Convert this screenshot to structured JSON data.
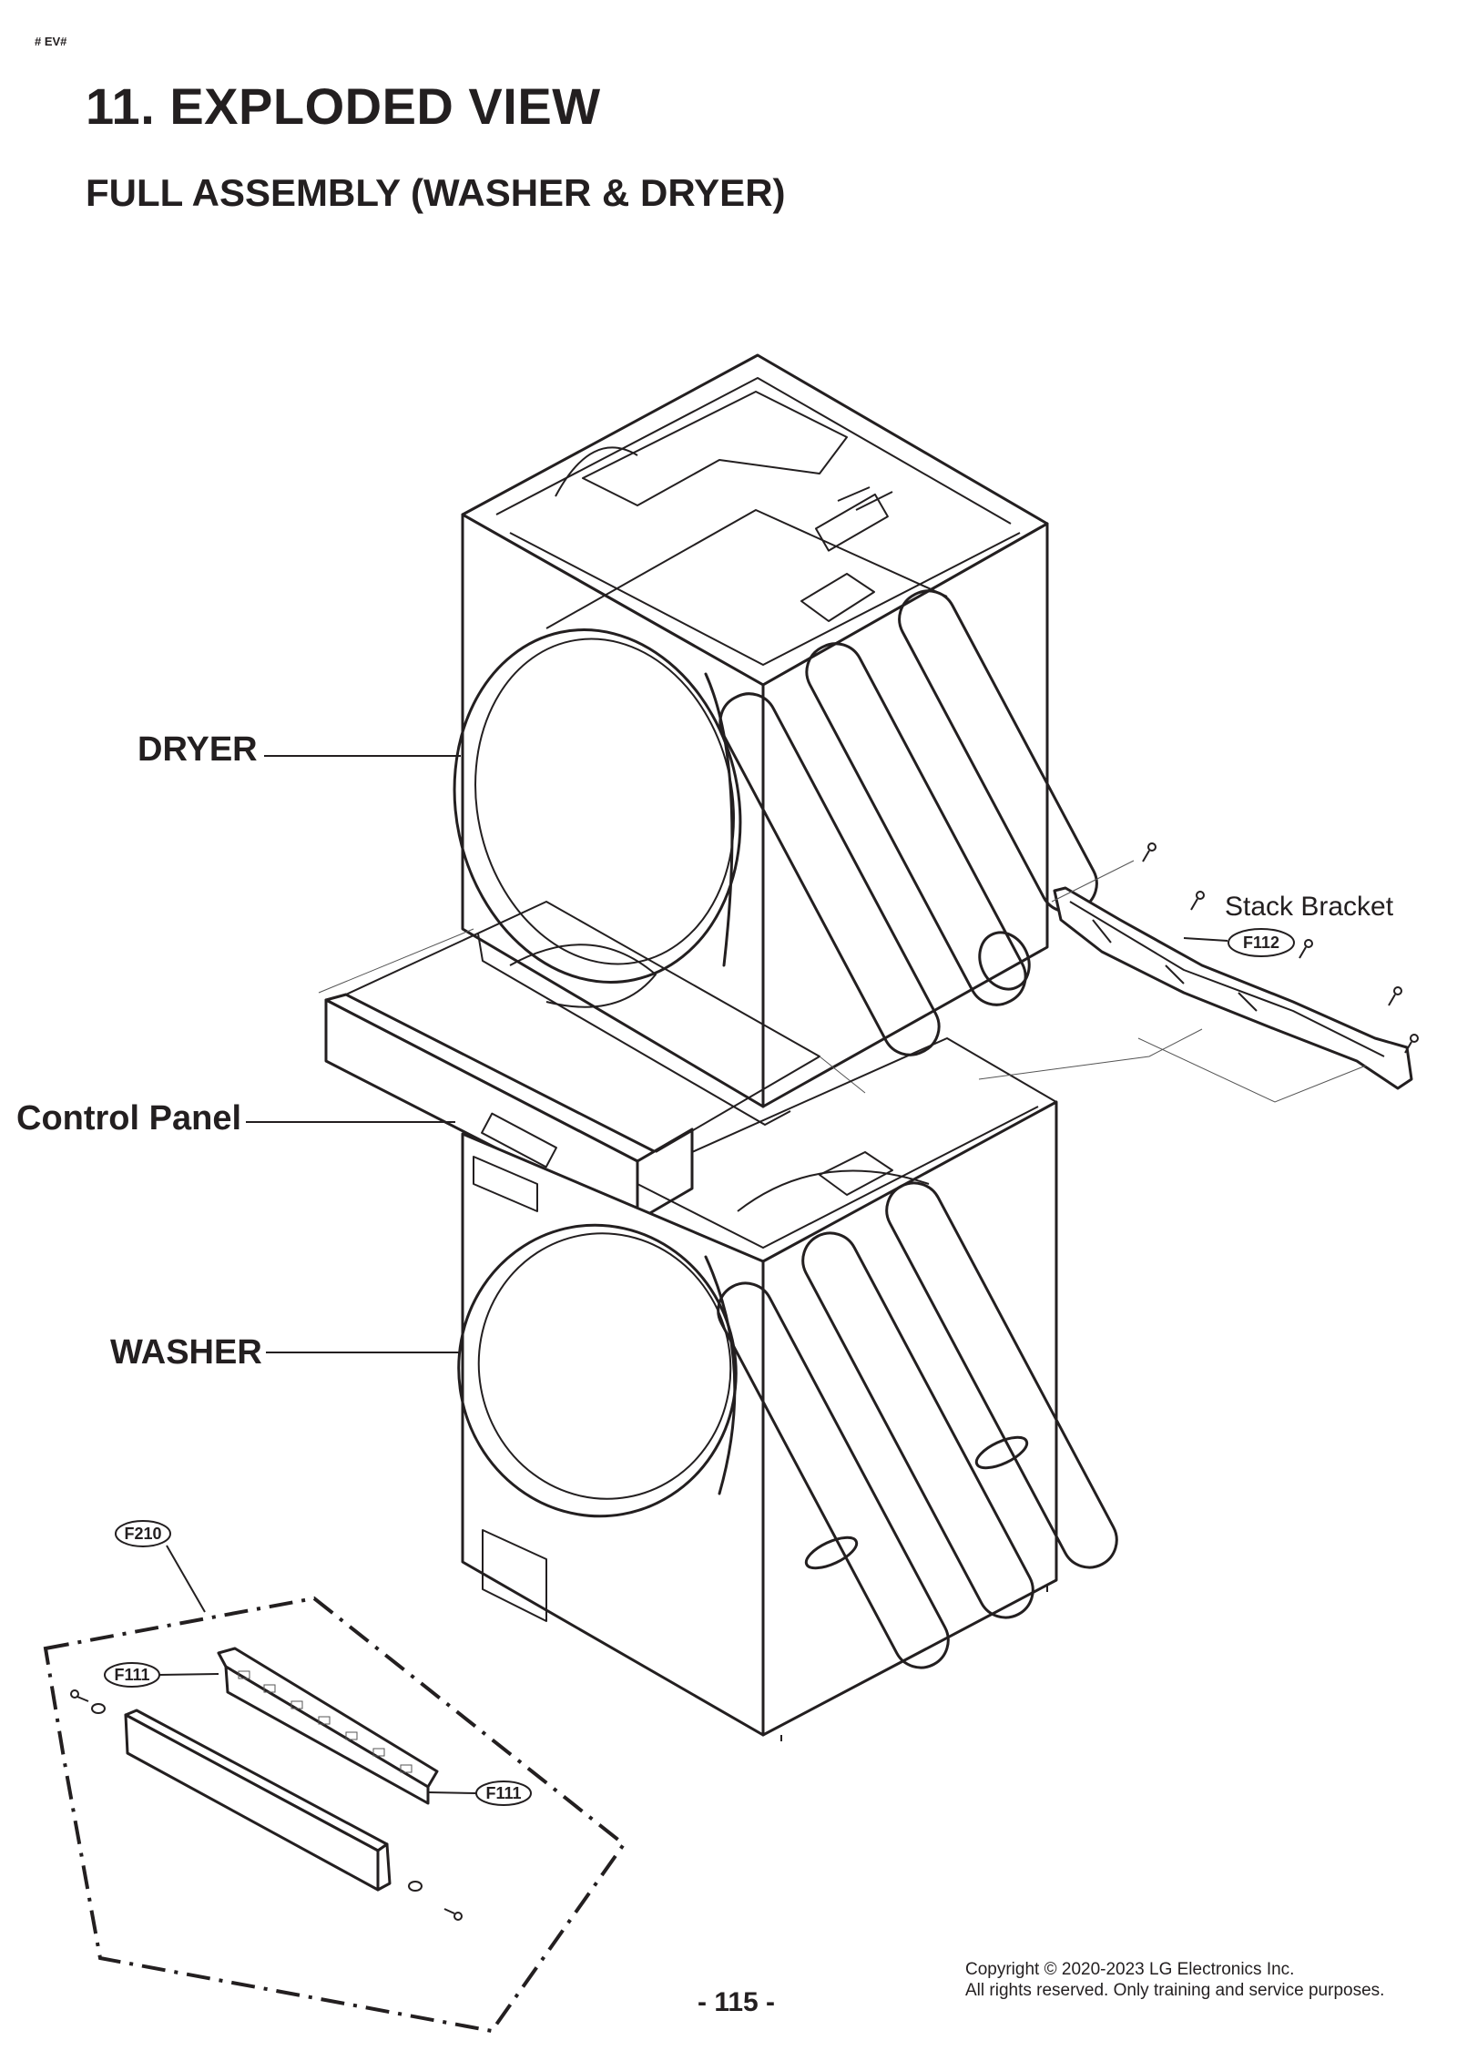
{
  "header": {
    "tag": "# EV#",
    "title": "11. EXPLODED VIEW",
    "subtitle": "FULL ASSEMBLY (WASHER & DRYER)"
  },
  "labels": {
    "dryer": "DRYER",
    "control_panel": "Control Panel",
    "washer": "WASHER",
    "stack_bracket": "Stack Bracket"
  },
  "callouts": {
    "stack_bracket": "F112",
    "control_panel_assembly": "F210",
    "pcb_left": "F111",
    "pcb_right": "F111"
  },
  "footer": {
    "page_number": "- 115 -",
    "copyright_line1": "Copyright © 2020-2023  LG Electronics Inc.",
    "copyright_line2": "All rights reserved. Only training and service purposes."
  }
}
